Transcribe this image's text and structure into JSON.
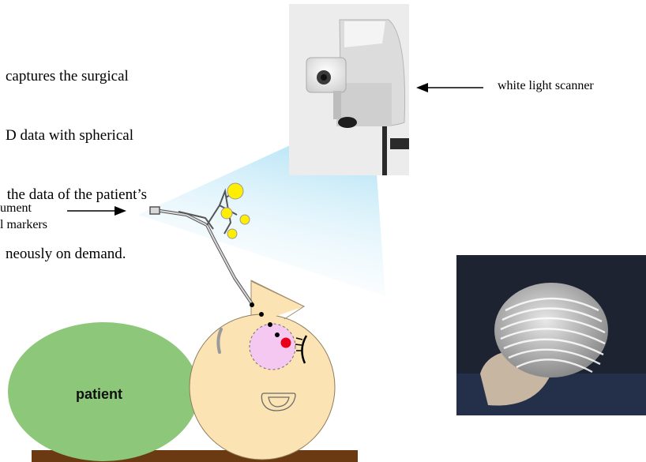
{
  "caption": {
    "lines": [
      "captures the surgical",
      "D data with spherical",
      " the data of the patient’s",
      "neously on demand."
    ]
  },
  "labels": {
    "scanner": "white light scanner",
    "instrument_line1": "ument",
    "instrument_line2": "l markers",
    "patient": "patient"
  },
  "colors": {
    "patient_body": "#8cc77a",
    "head": "#fbe3b3",
    "target_zone": "#f4c8f0",
    "marker_yellow": "#ffee00",
    "target_red": "#e8001b",
    "table": "#6b3a12",
    "light_beam": "#bfe9f7"
  },
  "icons": {
    "scanner_photo": "scanner-photo",
    "face_photo": "face-scan-photo"
  }
}
